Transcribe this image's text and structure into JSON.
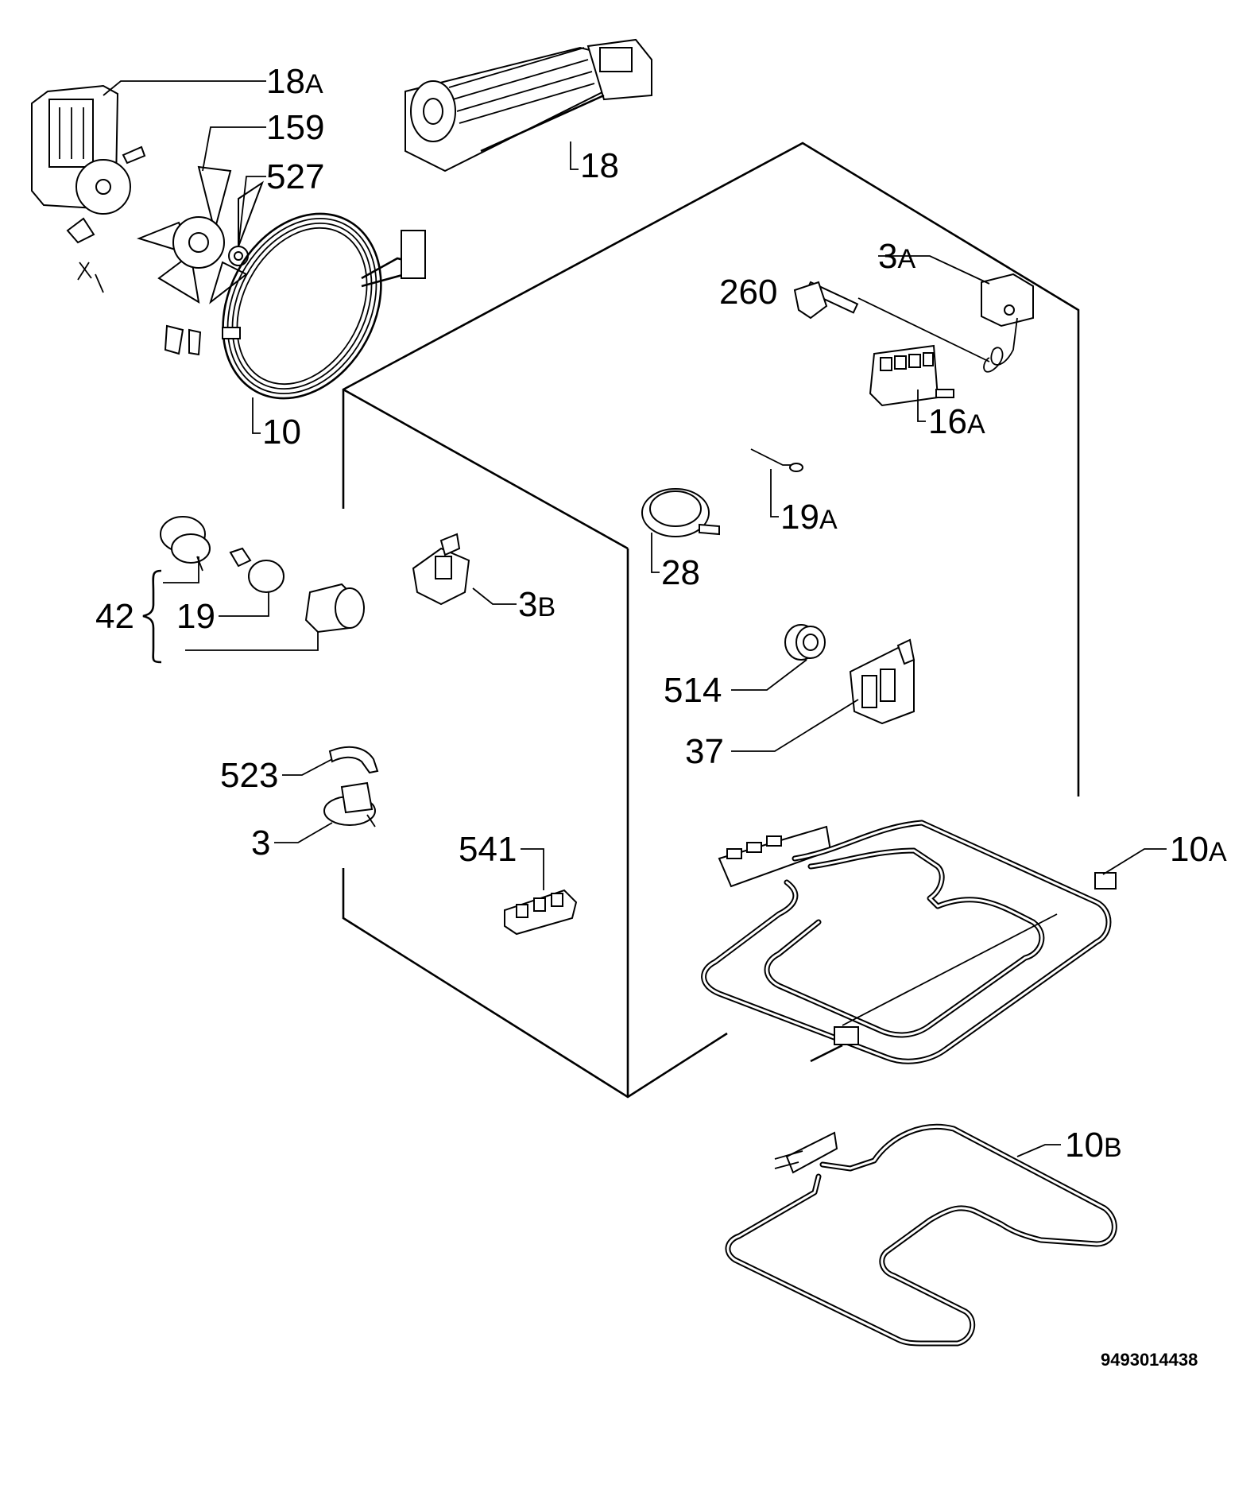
{
  "diagram_code": "9493014438",
  "labels": {
    "p18a": {
      "num": "18",
      "suffix": "A"
    },
    "p159": {
      "num": "159",
      "suffix": ""
    },
    "p527": {
      "num": "527",
      "suffix": ""
    },
    "p18": {
      "num": "18",
      "suffix": ""
    },
    "p10": {
      "num": "10",
      "suffix": ""
    },
    "p3a": {
      "num": "3",
      "suffix": "A"
    },
    "p260": {
      "num": "260",
      "suffix": ""
    },
    "p16a": {
      "num": "16",
      "suffix": "A"
    },
    "p19a": {
      "num": "19",
      "suffix": "A"
    },
    "p28": {
      "num": "28",
      "suffix": ""
    },
    "p3b": {
      "num": "3",
      "suffix": "B"
    },
    "p42": {
      "num": "42",
      "suffix": ""
    },
    "p19": {
      "num": "19",
      "suffix": ""
    },
    "p514": {
      "num": "514",
      "suffix": ""
    },
    "p37": {
      "num": "37",
      "suffix": ""
    },
    "p523": {
      "num": "523",
      "suffix": ""
    },
    "p3": {
      "num": "3",
      "suffix": ""
    },
    "p541": {
      "num": "541",
      "suffix": ""
    },
    "p10a": {
      "num": "10",
      "suffix": "A"
    },
    "p10b": {
      "num": "10",
      "suffix": "B"
    }
  }
}
